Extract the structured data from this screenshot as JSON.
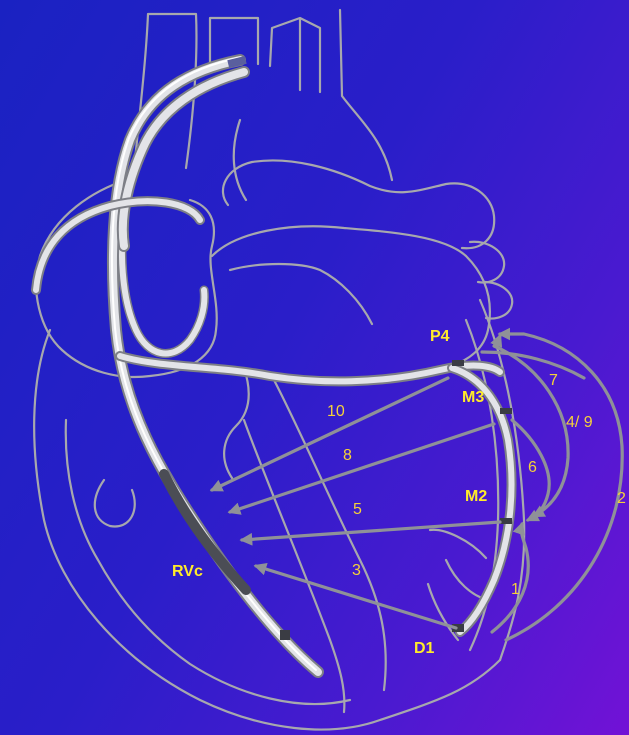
{
  "electrode_labels": {
    "p4": "P4",
    "m3": "M3",
    "m2": "M2",
    "d1": "D1",
    "rvc": "RVc"
  },
  "vector_labels": {
    "v1": "1",
    "v2": "2",
    "v3": "3",
    "v4_9": "4/ 9",
    "v5": "5",
    "v6": "6",
    "v7": "7",
    "v8": "8",
    "v10": "10"
  },
  "colors": {
    "background_start": "#1a22c2",
    "background_end": "#7212d6",
    "outline": "#a7a8ad",
    "lead": "#e3e4e8",
    "vector_arrow": "#8f9198",
    "electrode_label": "#ffeb2a",
    "vector_label": "#f5d13a"
  }
}
